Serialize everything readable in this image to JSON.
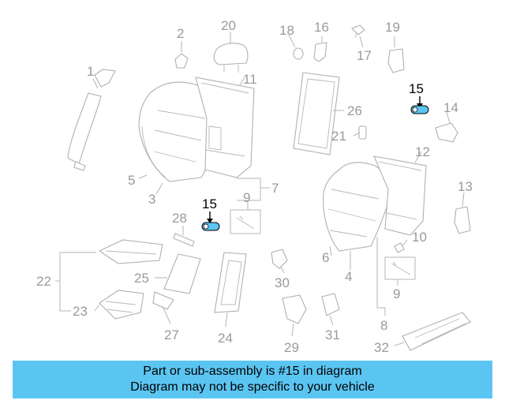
{
  "callouts": {
    "c1": "1",
    "c2": "2",
    "c3": "3",
    "c4": "4",
    "c5": "5",
    "c6": "6",
    "c7": "7",
    "c8": "8",
    "c9a": "9",
    "c9b": "9",
    "c10": "10",
    "c11": "11",
    "c12": "12",
    "c13": "13",
    "c14": "14",
    "c15a": "15",
    "c15b": "15",
    "c16": "16",
    "c17": "17",
    "c18": "18",
    "c19": "19",
    "c20": "20",
    "c21": "21",
    "c22": "22",
    "c23": "23",
    "c24": "24",
    "c25": "25",
    "c26": "26",
    "c27": "27",
    "c28": "28",
    "c29": "29",
    "c30": "30",
    "c31": "31",
    "c32": "32"
  },
  "highlight": {
    "part": "15",
    "color": "#5bc5f2"
  },
  "banner": {
    "line1": "Part or sub-assembly is #15 in diagram",
    "line2": "Diagram may not be specific to your vehicle",
    "color": "#5bc5f2"
  }
}
